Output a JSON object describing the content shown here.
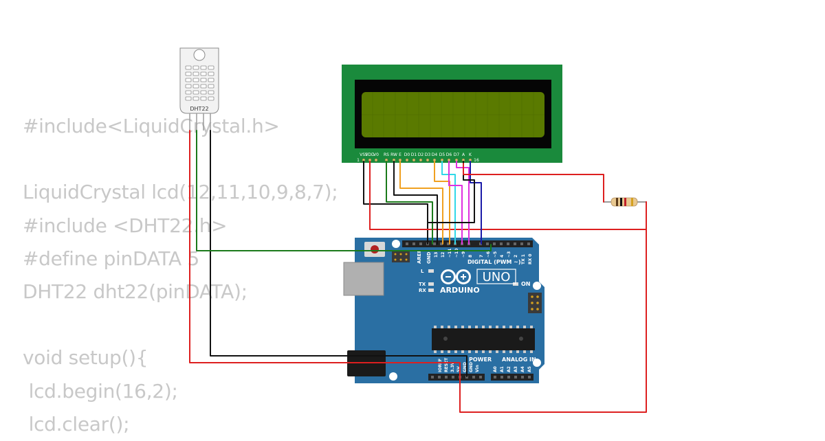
{
  "code": {
    "lines": [
      "#include<LiquidCrystal.h>",
      "",
      "LiquidCrystal lcd(12,11,10,9,8,7);",
      "#include <DHT22.h>",
      "#define pinDATA 5",
      "DHT22 dht22(pinDATA);",
      "",
      "void setup(){",
      " lcd.begin(16,2);",
      " lcd.clear();"
    ]
  },
  "sensor": {
    "label": "DHT22"
  },
  "lcd": {
    "pins": [
      "VSS",
      "VDD",
      "V0",
      "RS",
      "RW",
      "E",
      "D0",
      "D1",
      "D2",
      "D3",
      "D4",
      "D5",
      "D6",
      "D7",
      "A",
      "K"
    ],
    "first_pin_number": "1",
    "last_pin_number": "16",
    "colors": {
      "pcb": "#1a8a3c",
      "bezel": "#050505",
      "screen": "#5a7a00"
    }
  },
  "arduino": {
    "model": "UNO",
    "brand": "ARDUINO",
    "digital_label": "DIGITAL (PWM ~)",
    "power_label": "POWER",
    "analog_label": "ANALOG IN",
    "on_label": "ON",
    "l_label": "L",
    "tx_label": "TX",
    "rx_label": "RX",
    "aref_label": "AREF",
    "gnd_label": "GND",
    "digital_pins": [
      "13",
      "12",
      "~11",
      "~10",
      "~9",
      "8",
      "7",
      "~6",
      "~5",
      "4",
      "~3",
      "2",
      "TX 1",
      "RX 0"
    ],
    "power_pins": [
      "IOREF",
      "RESET",
      "3.3V",
      "5V",
      "GND",
      "GND",
      "Vin"
    ],
    "analog_pins": [
      "A0",
      "A1",
      "A2",
      "A3",
      "A4",
      "A5"
    ],
    "colors": {
      "board": "#2a6fa3"
    }
  },
  "resistor": {
    "bands": [
      "#5a3a1a",
      "#111111",
      "#c0202a",
      "#d4a020"
    ]
  },
  "wire_colors": {
    "red": "#dd1f1f",
    "black": "#111111",
    "green": "#1a7a1a",
    "orange": "#f0a020",
    "cyan": "#30d8e8",
    "magenta": "#e030e0",
    "blue": "#1a1aa8"
  }
}
